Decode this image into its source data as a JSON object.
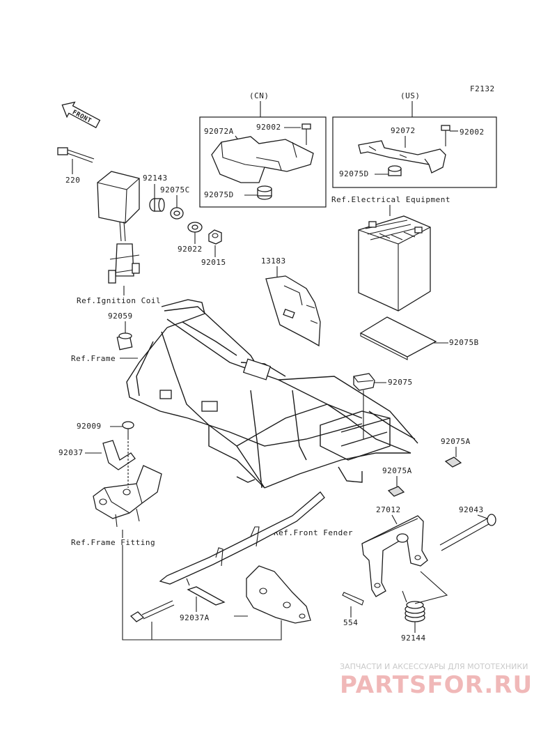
{
  "diagram_code": "F2132",
  "front_arrow": "FRONT",
  "boxes": {
    "cn": {
      "label": "(CN)"
    },
    "us": {
      "label": "(US)"
    }
  },
  "parts": {
    "p92072a": "92072A",
    "p92002_cn": "92002",
    "p92075d_cn": "92075D",
    "p92072": "92072",
    "p92002_us": "92002",
    "p92075d_us": "92075D",
    "p220": "220",
    "p92143": "92143",
    "p92075c": "92075C",
    "p92022": "92022",
    "p92015": "92015",
    "p13183": "13183",
    "p92059": "92059",
    "p92075b": "92075B",
    "p92075": "92075",
    "p92009": "92009",
    "p92037": "92037",
    "p92075a_1": "92075A",
    "p92075a_2": "92075A",
    "p27012": "27012",
    "p92043": "92043",
    "p92037a": "92037A",
    "p554": "554",
    "p92144": "92144"
  },
  "refs": {
    "electrical": "Ref.Electrical Equipment",
    "ignition": "Ref.Ignition Coil",
    "frame": "Ref.Frame",
    "frame_fitting": "Ref.Frame Fitting",
    "front_fender": "Ref.Front Fender"
  },
  "watermark": {
    "top": "ЗАПЧАСТИ И АКСЕССУАРЫ ДЛЯ МОТОТЕХНИКИ",
    "main": "PARTSFOR.RU",
    "color": "#f0b8b8"
  }
}
